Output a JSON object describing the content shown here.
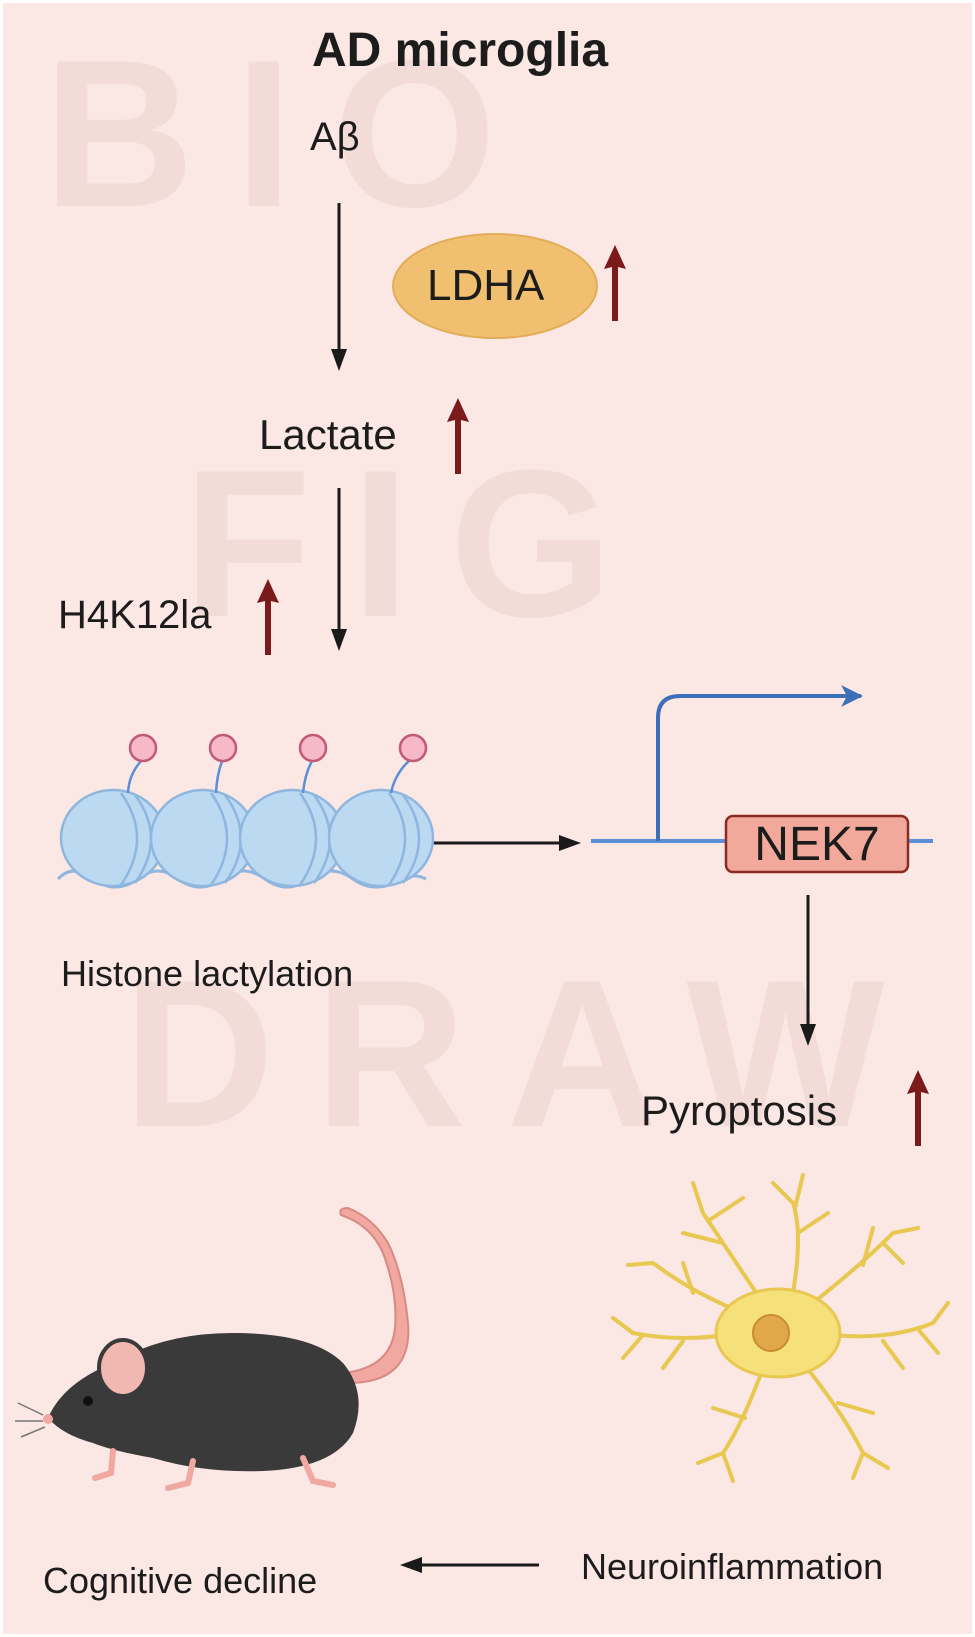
{
  "title": "AD microglia",
  "nodes": {
    "abeta": "Aβ",
    "ldha": "LDHA",
    "lactate": "Lactate",
    "h4k12la": "H4K12la",
    "histone_lactylation": "Histone lactylation",
    "nek7": "NEK7",
    "pyroptosis": "Pyroptosis",
    "neuroinflammation": "Neuroinflammation",
    "cognitive_decline": "Cognitive decline"
  },
  "watermark": "BIO DRAW FIG",
  "colors": {
    "background": "#fbe7e3",
    "up_arrow": "#7a1a1a",
    "flow_arrow": "#1a1a1a",
    "dna_line": "#5b8fd6",
    "ldha_fill": "#f0c070",
    "nek7_fill": "#f2a99b",
    "nucleosome": "#bcd9f2",
    "lactyl_mark": "#f7b8c8",
    "microglia": "#f6e07a",
    "mouse": "#3a3a3a"
  },
  "icons": [
    "up-arrow-icon",
    "nucleosome-icon",
    "transcription-arrow-icon",
    "microglia-icon",
    "mouse-icon"
  ]
}
